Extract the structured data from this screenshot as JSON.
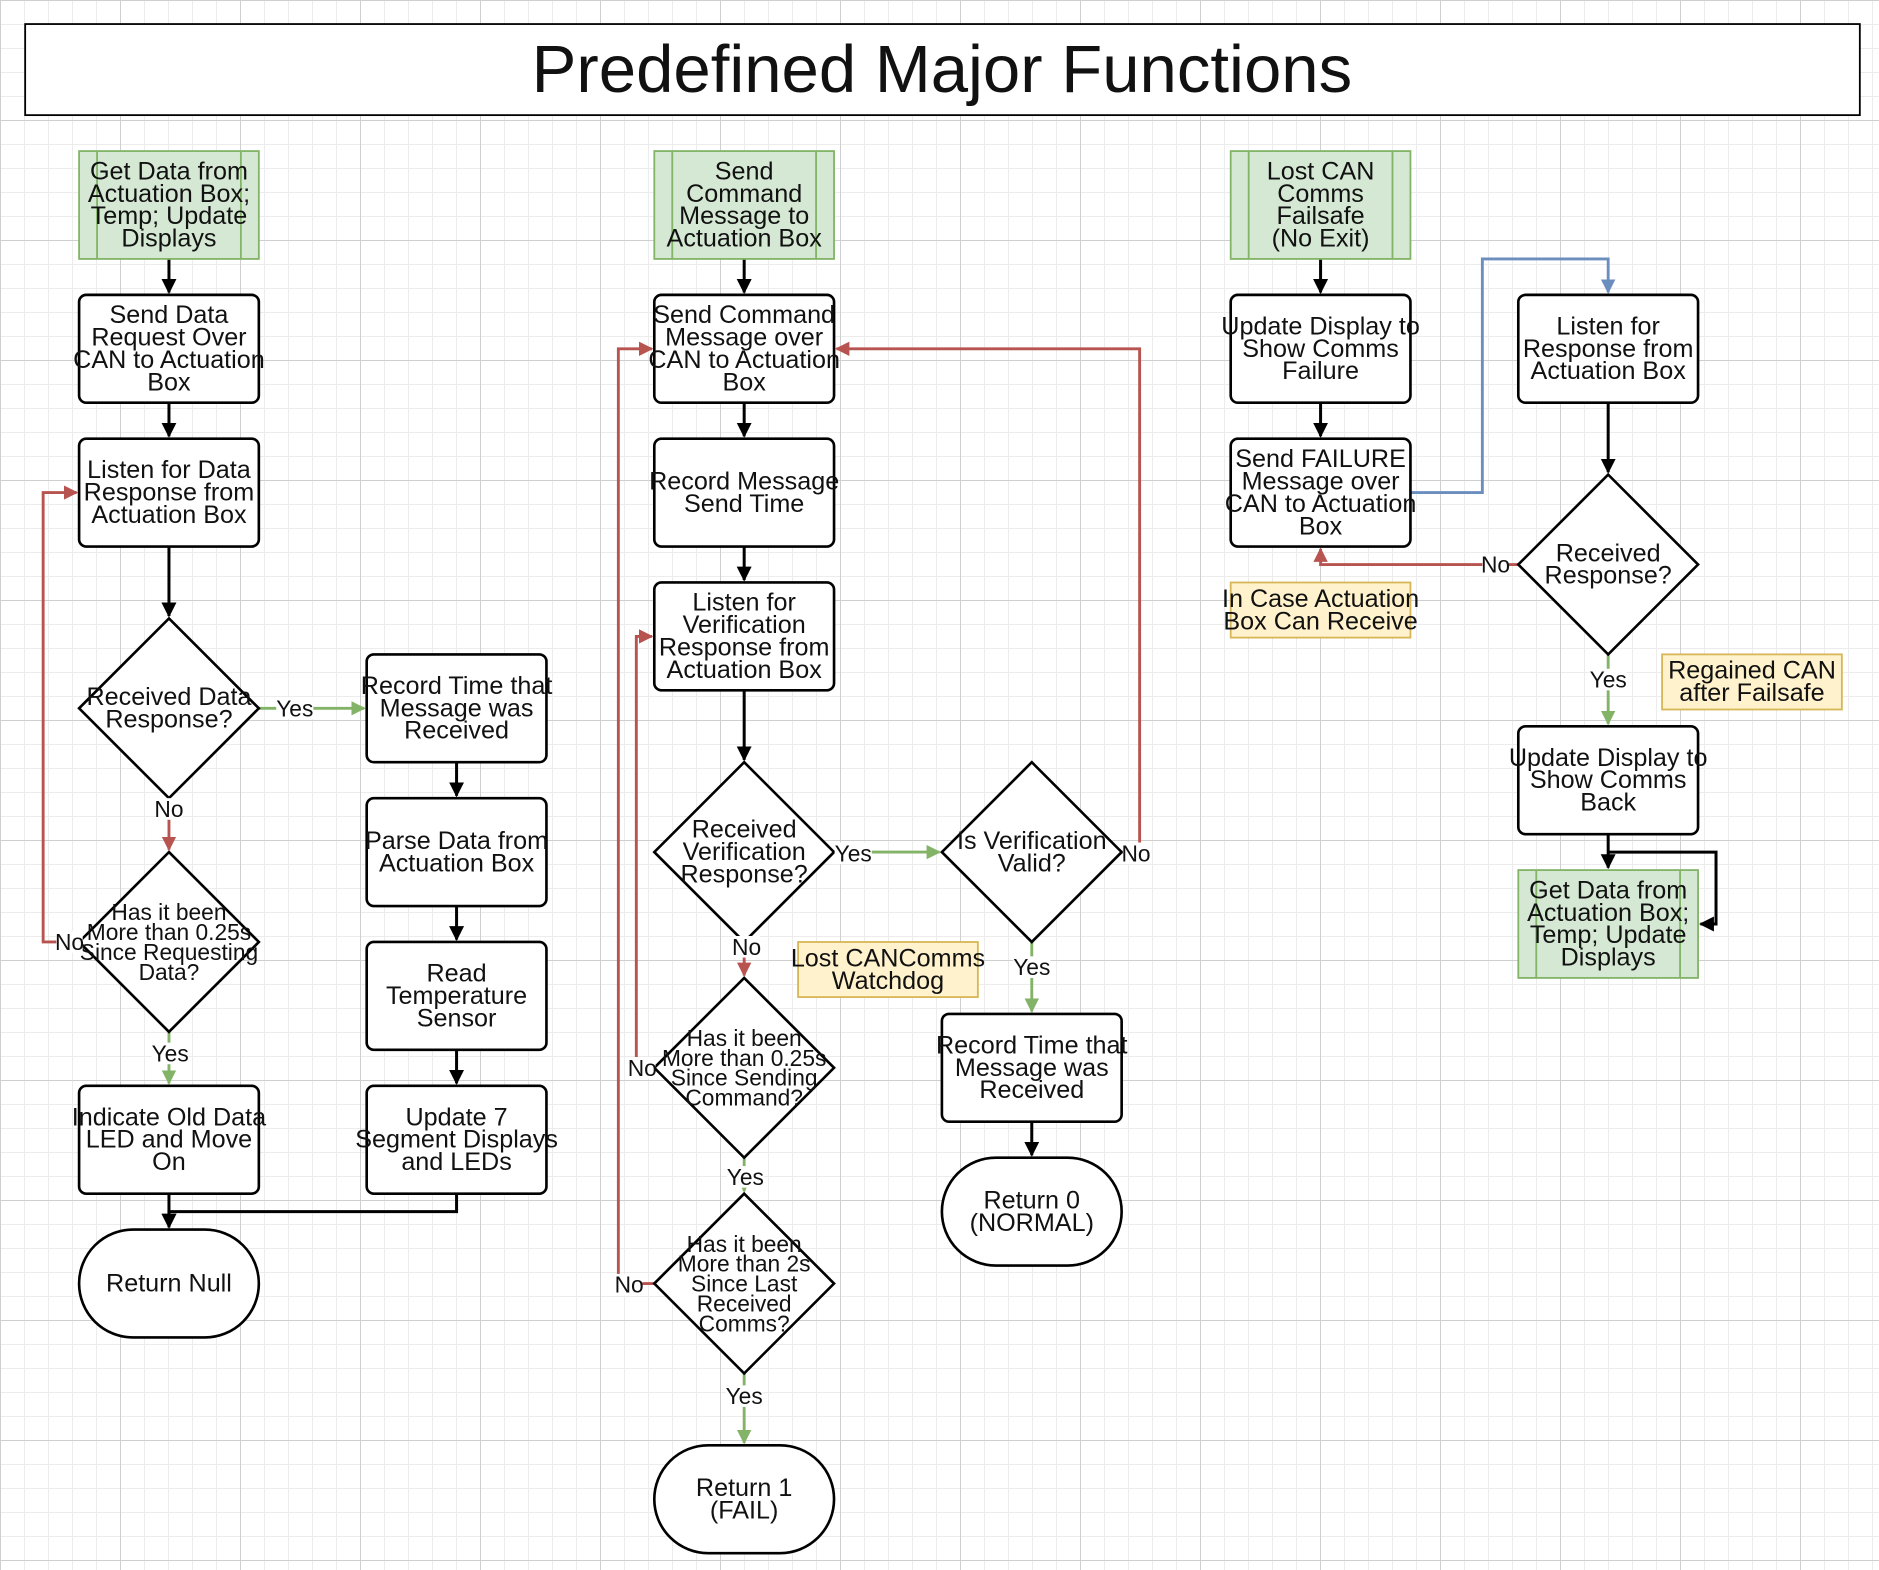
{
  "title": "Predefined Major Functions",
  "colors": {
    "flow": "#000000",
    "yes": "#82b366",
    "no": "#b85450",
    "link": "#6c8ebf",
    "start_fill": "#d5e8d4",
    "start_stroke": "#82b366",
    "note_fill": "#fff2cc",
    "note_stroke": "#d6b656"
  },
  "columns": {
    "get_data": {
      "start": [
        "Get Data from",
        "Actuation Box;",
        "Temp; Update",
        "Displays"
      ],
      "send_request": [
        "Send Data",
        "Request Over",
        "CAN to Actuation",
        "Box"
      ],
      "listen": [
        "Listen for Data",
        "Response from",
        "Actuation Box"
      ],
      "received": [
        "Received Data",
        "Response?"
      ],
      "timeout": [
        "Has it been",
        "More than 0.25s",
        "Since Requesting",
        "Data?"
      ],
      "old_data": [
        "Indicate Old Data",
        "LED and Move",
        "On"
      ],
      "record_time": [
        "Record Time that",
        "Message was",
        "Received"
      ],
      "parse": [
        "Parse Data from",
        "Actuation Box"
      ],
      "read_temp": [
        "Read",
        "Temperature",
        "Sensor"
      ],
      "update_displays": [
        "Update 7",
        "Segment Displays",
        "and LEDs"
      ],
      "return_null": [
        "Return Null"
      ]
    },
    "send_command": {
      "start": [
        "Send",
        "Command",
        "Message to",
        "Actuation Box"
      ],
      "send_msg": [
        "Send Command",
        "Message over",
        "CAN to Actuation",
        "Box"
      ],
      "record_send": [
        "Record Message",
        "Send Time"
      ],
      "listen_verify": [
        "Listen for",
        "Verification",
        "Response from",
        "Actuation Box"
      ],
      "received_verify": [
        "Received",
        "Verification",
        "Response?"
      ],
      "valid": [
        "Is Verification",
        "Valid?"
      ],
      "timeout_cmd": [
        "Has it been",
        "More than 0.25s",
        "Since Sending",
        "Command?"
      ],
      "timeout_comms": [
        "Has it been",
        "More than 2s",
        "Since Last",
        "Received",
        "Comms?"
      ],
      "record_received": [
        "Record Time that",
        "Message was",
        "Received"
      ],
      "return_normal": [
        "Return 0",
        "(NORMAL)"
      ],
      "return_fail": [
        "Return 1",
        "(FAIL)"
      ],
      "watchdog_note": [
        "Lost CANComms",
        "Watchdog"
      ]
    },
    "failsafe": {
      "start": [
        "Lost CAN",
        "Comms",
        "Failsafe",
        "(No Exit)"
      ],
      "update_failure": [
        "Update Display to",
        "Show Comms",
        "Failure"
      ],
      "send_failure": [
        "Send FAILURE",
        "Message over",
        "CAN to Actuation",
        "Box"
      ],
      "listen_response": [
        "Listen for",
        "Response from",
        "Actuation Box"
      ],
      "received_response": [
        "Received",
        "Response?"
      ],
      "update_back": [
        "Update Display to",
        "Show Comms",
        "Back"
      ],
      "get_data": [
        "Get Data from",
        "Actuation Box;",
        "Temp; Update",
        "Displays"
      ],
      "note_receive": [
        "In Case Actuation",
        "Box Can Receive"
      ],
      "note_regained": [
        "Regained CAN",
        "after Failsafe"
      ]
    }
  },
  "labels": {
    "yes": "Yes",
    "no": "No"
  }
}
